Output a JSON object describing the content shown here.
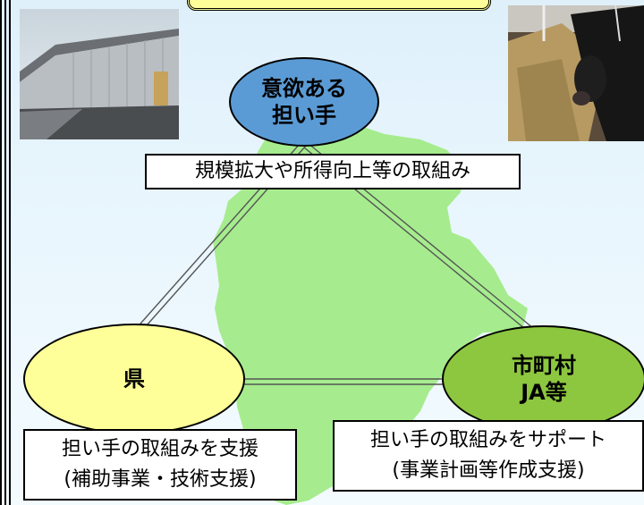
{
  "nodes": {
    "top": {
      "line1": "意欲ある",
      "line2": "担い手"
    },
    "left": {
      "label": "県"
    },
    "right": {
      "line1": "市町村",
      "line2": "JA等"
    }
  },
  "captions": {
    "top": "規模拡大や所得向上等の取組み",
    "left": {
      "line1": "担い手の取組みを支援",
      "line2": "(補助事業・技術支援)"
    },
    "right": {
      "line1": "担い手の取組みをサポート",
      "line2": "(事業計画等作成支援)"
    }
  },
  "colors": {
    "top_node": "#5b9bd5",
    "left_node": "#ffff99",
    "right_node": "#8dc63f",
    "map": "#a6ec8e",
    "banner": "#ffff99"
  },
  "images": {
    "barn_photo": "farm building exterior",
    "cow_photo": "cattle feeding in barn"
  }
}
